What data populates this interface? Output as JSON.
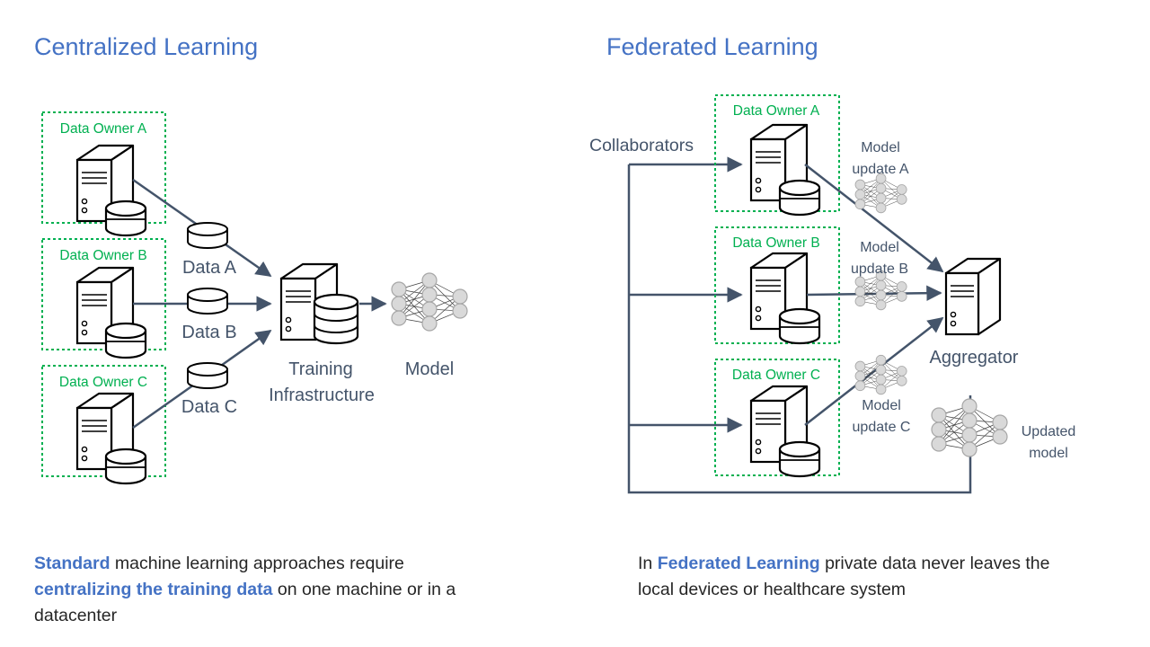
{
  "centralized": {
    "title": "Centralized Learning",
    "owners": [
      "Data Owner A",
      "Data Owner B",
      "Data Owner C"
    ],
    "data_labels": [
      "Data A",
      "Data B",
      "Data C"
    ],
    "training_line1": "Training",
    "training_line2": "Infrastructure",
    "model_label": "Model",
    "caption": {
      "part1": "Standard",
      "part2": " machine learning approaches require ",
      "part3": "centralizing the training data",
      "part4": " on one machine or in a datacenter"
    }
  },
  "federated": {
    "title": "Federated Learning",
    "collaborators_label": "Collaborators",
    "owners": [
      "Data Owner A",
      "Data Owner B",
      "Data Owner C"
    ],
    "updates": [
      {
        "line1": "Model",
        "line2": "update A"
      },
      {
        "line1": "Model",
        "line2": "update B"
      },
      {
        "line1": "Model",
        "line2": "update C"
      }
    ],
    "aggregator_label": "Aggregator",
    "updated_model_line1": "Updated",
    "updated_model_line2": "model",
    "caption": {
      "part1": "In ",
      "part2": "Federated Learning",
      "part3": " private data never leaves the local devices or healthcare system"
    }
  },
  "colors": {
    "title_blue": "#4472c4",
    "owner_green": "#00b050",
    "arrow_slate": "#44546a",
    "label_slate": "#44546a",
    "nn_node_fill": "#d9d9d9",
    "nn_node_stroke": "#a6a6a6"
  }
}
